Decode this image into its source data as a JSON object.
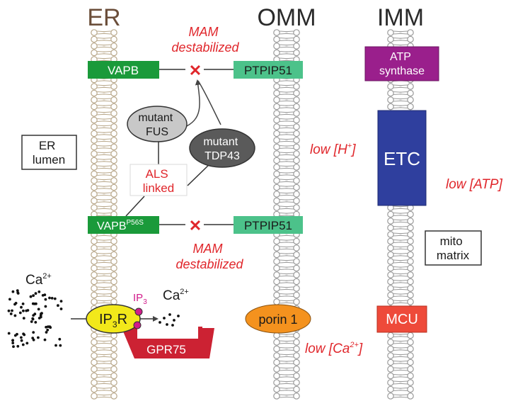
{
  "headers": {
    "er": "ER",
    "omm": "OMM",
    "imm": "IMM"
  },
  "colors": {
    "er_membrane": "#b8a78a",
    "membrane": "#9a9a9a",
    "red_text": "#e0262b",
    "vapb": "#1a9a3a",
    "ptpip51": "#4cc28a",
    "atp_synthase": "#9a1f8c",
    "etc": "#2f3f9e",
    "mcu": "#ee4a3a",
    "porin": "#f4921e",
    "ip3r": "#f2e81a",
    "gpr75": "#cc2233",
    "ip3_dot": "#d11a8a",
    "mutant_fus": "#c8c8c8",
    "mutant_tdp43": "#5a5a5a"
  },
  "labels": {
    "mam_top": [
      "MAM",
      "destabilized"
    ],
    "mam_bottom": [
      "MAM",
      "destabilized"
    ],
    "vapb": "VAPB",
    "vapb_mut_base": "VAPB",
    "vapb_mut_sup": "P56S",
    "ptpip51_top": "PTPIP51",
    "ptpip51_bottom": "PTPIP51",
    "er_lumen": [
      "ER",
      "lumen"
    ],
    "mutant_fus": [
      "mutant",
      "FUS"
    ],
    "mutant_tdp43": [
      "mutant",
      "TDP43"
    ],
    "als": [
      "ALS",
      "linked"
    ],
    "low_h_pre": "low [H",
    "low_h_sup": "+",
    "low_h_post": "]",
    "atp_synthase": [
      "ATP",
      "synthase"
    ],
    "etc": "ETC",
    "low_atp": "low [ATP]",
    "mito_matrix": [
      "mito",
      "matrix"
    ],
    "ca_left_base": "Ca",
    "ca_left_sup": "2+",
    "ca_mid_base": "Ca",
    "ca_mid_sup": "2+",
    "ip3_base": "IP",
    "ip3_sub": "3",
    "ip3r_base": "IP",
    "ip3r_sub": "3",
    "ip3r_post": "R",
    "gpr75": "GPR75",
    "porin": "porin 1",
    "mcu": "MCU",
    "low_ca_pre": "low [Ca",
    "low_ca_sup": "2+",
    "low_ca_post": "]",
    "cross_symbol": "✕"
  }
}
